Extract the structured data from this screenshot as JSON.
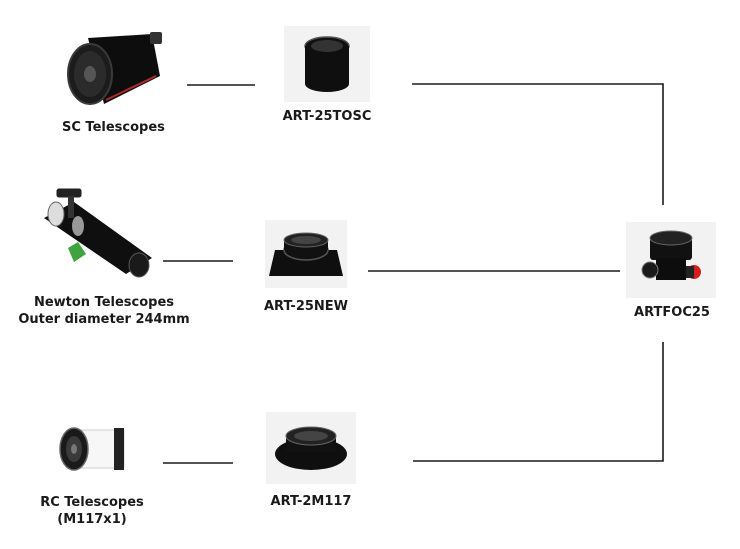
{
  "diagram": {
    "telescopes": {
      "sc": {
        "line1": "SC Telescopes"
      },
      "newton": {
        "line1": "Newton Telescopes",
        "line2": "Outer diameter 244mm"
      },
      "rc": {
        "line1": "RC Telescopes",
        "line2": "(M117x1)"
      }
    },
    "adapters": {
      "tosc": "ART-25TOSC",
      "new": "ART-25NEW",
      "m117": "ART-2M117"
    },
    "focuser": "ARTFOC25",
    "icons": [
      "sc-telescope-icon",
      "newton-telescope-icon",
      "rc-telescope-icon",
      "adapter-tube-icon",
      "adapter-square-flange-icon",
      "adapter-ring-icon",
      "focuser-icon"
    ],
    "colors": {
      "line": "#1a1a1a",
      "tile": "#f2f2f2",
      "metal": "#111111",
      "accent_red": "#d41e1e",
      "accent_green": "#3fa33f"
    }
  }
}
